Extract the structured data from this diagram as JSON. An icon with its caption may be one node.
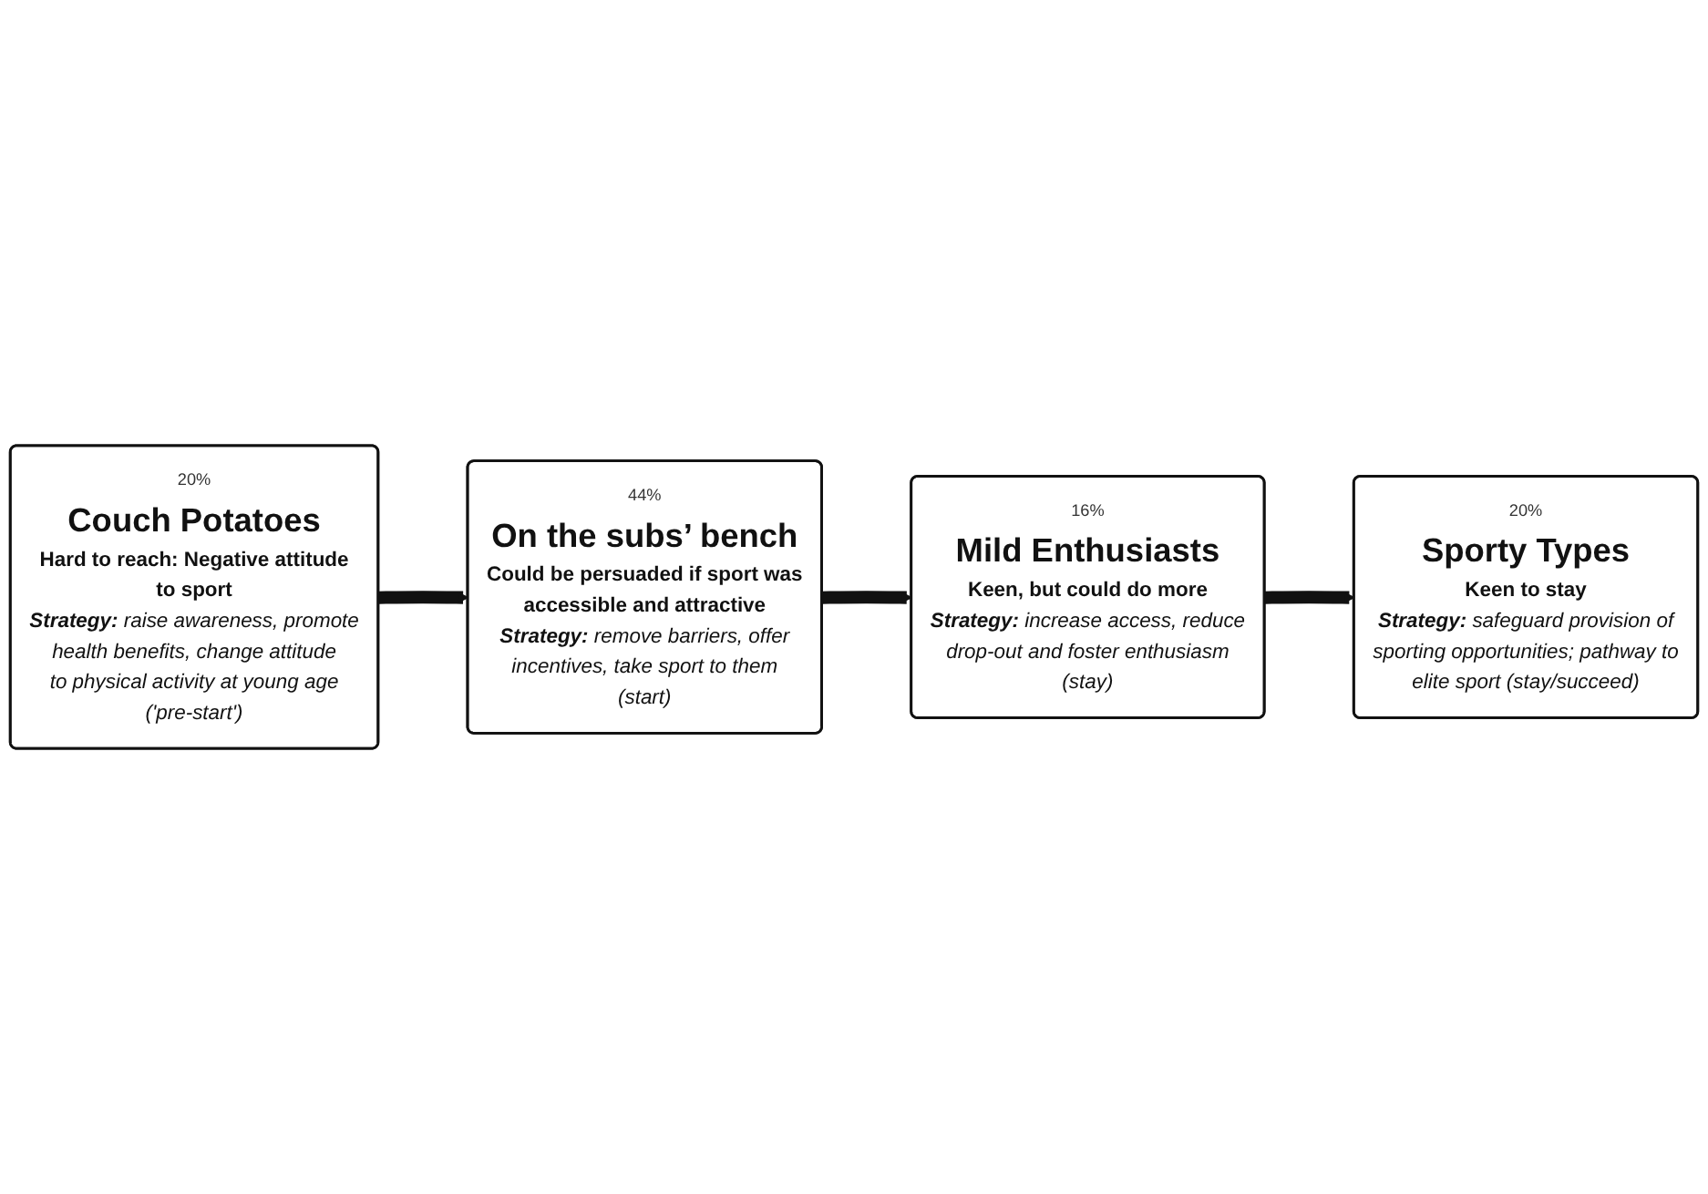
{
  "diagram": {
    "nodes": [
      {
        "text": [
          "16%",
          "Mild Enthusiasts",
          "Keen, but could do more",
          "**Strategy:** increase access, reduce drop-out and foster enthusiasm (stay)"
        ]
      },
      {
        "text": [
          "20%",
          "Sporty Types",
          "Keen to stay",
          "**Strategy:** safeguard provision of sporting opportunities; pathway to elite sport (stay/succeed)"
        ]
      },
      {
        "text": [
          "20%",
          "Couch Potatoes",
          "Hard to reach: Negative attitude to sport",
          "**Strategy:** raise awareness, promote health benefits, change attitude to physical activity at young age ('pre-start')"
        ]
      },
      {
        "text": [
          "44%",
          "On the subs’ bench",
          "Could be persuaded if sport was accessible and attractive",
          "**Strategy:** remove barriers, offer incentives, take sport to them (start)"
        ]
      }
    ],
    "edges": [
      {
        "from": 0,
        "to": 1,
        "arrow": "to"
      },
      {
        "from": 3,
        "to": 0,
        "arrow": "to"
      },
      {
        "from": 2,
        "to": 3,
        "arrow": "to"
      }
    ]
  }
}
